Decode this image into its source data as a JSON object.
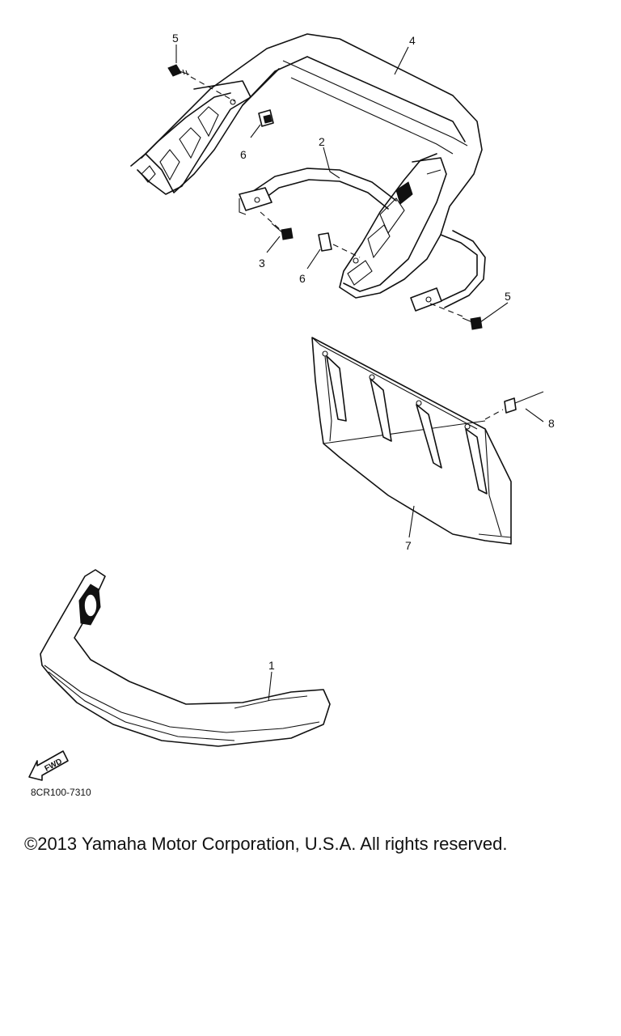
{
  "callouts": {
    "c1": "1",
    "c2": "2",
    "c3": "3",
    "c4": "4",
    "c5_top": "5",
    "c5_right": "5",
    "c6_top": "6",
    "c6_mid": "6",
    "c7": "7",
    "c8": "8"
  },
  "fwd_label": "FWD",
  "drawing_code": "8CR100-7310",
  "copyright": "©2013 Yamaha Motor Corporation, U.S.A. All rights reserved."
}
